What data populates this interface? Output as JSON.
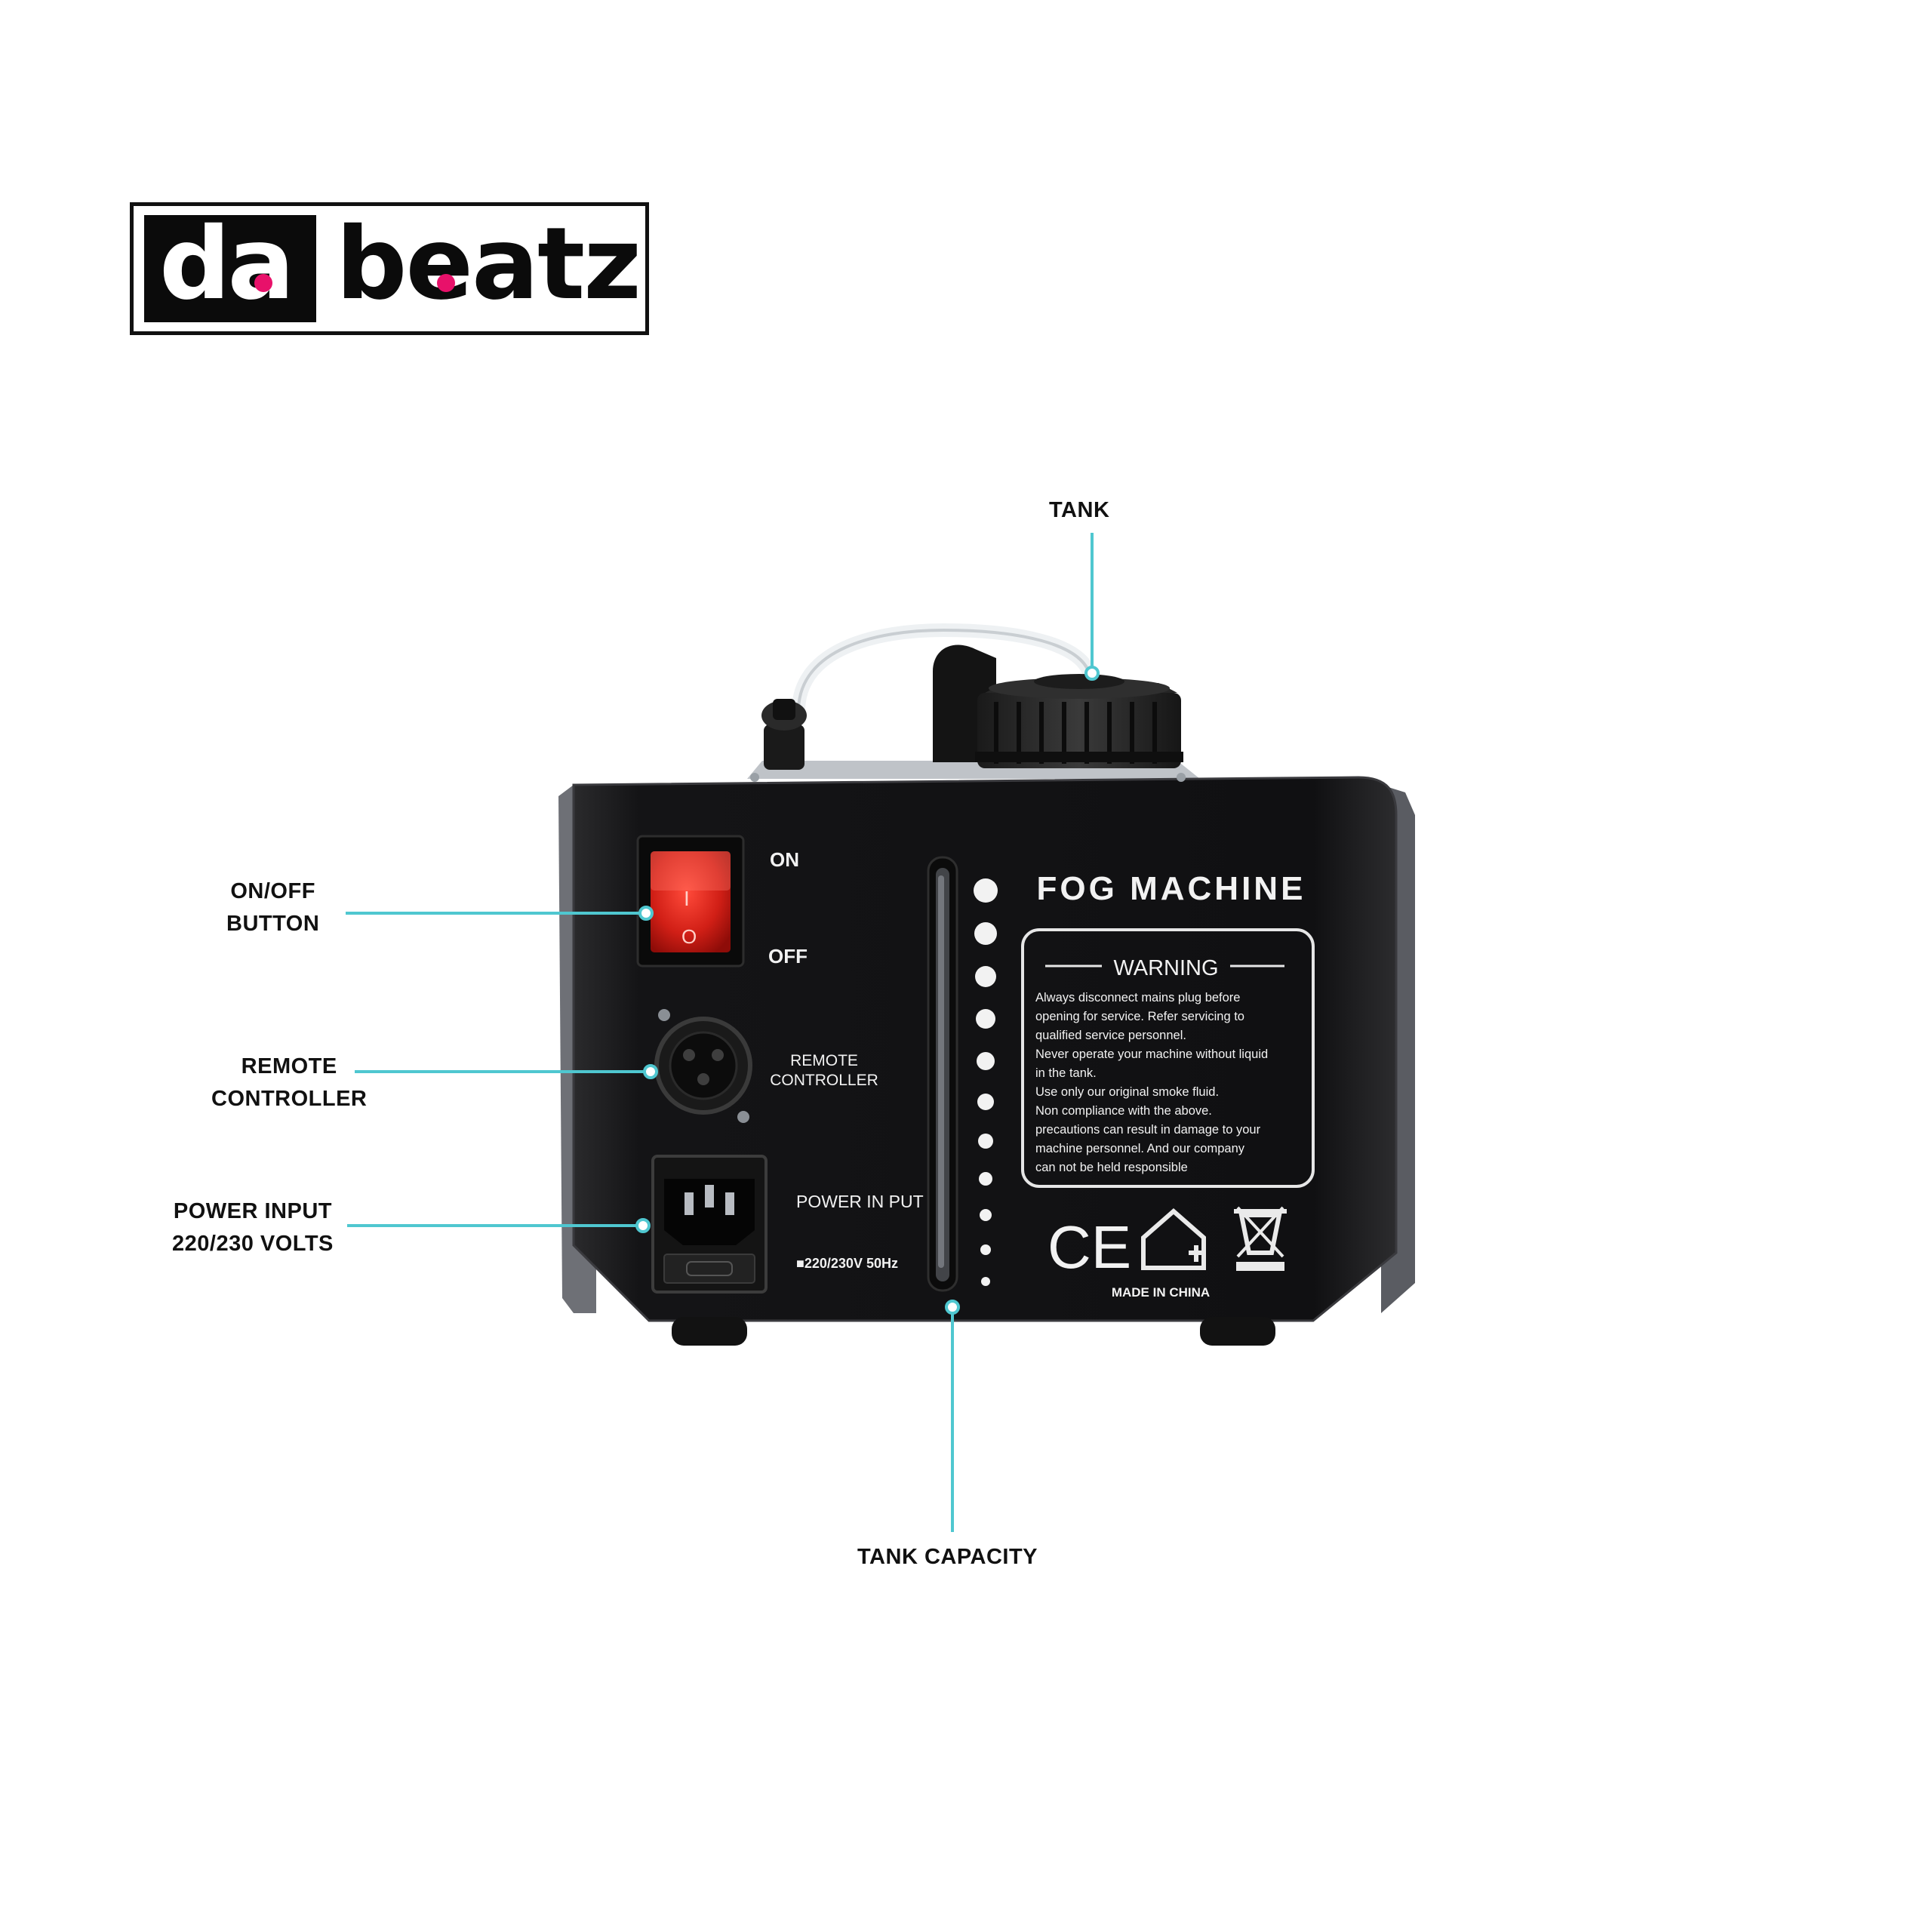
{
  "logo": {
    "part1": "da",
    "part2": "beatz",
    "accent_color": "#e8116a"
  },
  "callouts": {
    "tank": "TANK",
    "onoff_line1": "ON/OFF",
    "onoff_line2": "BUTTON",
    "remote_line1": "REMOTE",
    "remote_line2": "CONTROLLER",
    "power_line1": "POWER INPUT",
    "power_line2": "220/230 VOLTS",
    "tank_capacity": "TANK CAPACITY",
    "leader_color": "#4fc7d0"
  },
  "machine": {
    "switch_on": "ON",
    "switch_off": "OFF",
    "switch_on_symbol": "I",
    "switch_off_symbol": "O",
    "remote_label_line1": "REMOTE",
    "remote_label_line2": "CONTROLLER",
    "power_label": "POWER IN PUT",
    "voltage_label": "■220/230V 50Hz",
    "title": "FOG MACHINE",
    "warning_heading": "WARNING",
    "warning_lines": [
      "Always disconnect mains plug before",
      "opening for service. Refer servicing to",
      "qualified service personnel.",
      "Never operate your machine without liquid",
      "in the tank.",
      "Use only our original smoke fluid.",
      "Non compliance with the above.",
      "precautions can result in damage to your",
      "machine personnel. And our company",
      "can not be held responsible"
    ],
    "ce_mark": "CE",
    "made_in": "MADE IN CHINA"
  }
}
